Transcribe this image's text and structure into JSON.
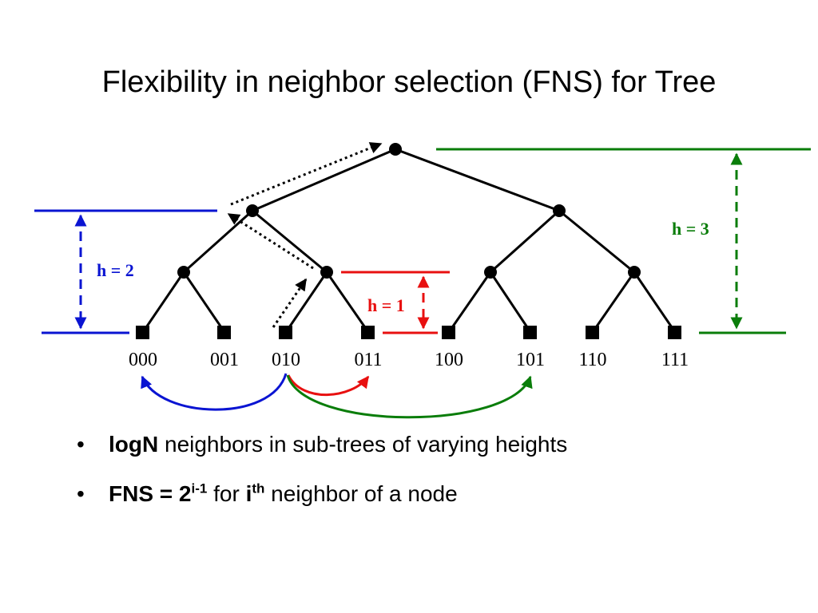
{
  "title": "Flexibility in neighbor selection (FNS) for Tree",
  "leaves": [
    "000",
    "001",
    "010",
    "011",
    "100",
    "101",
    "110",
    "111"
  ],
  "heights": {
    "h2": "h = 2",
    "h1": "h = 1",
    "h3": "h = 3"
  },
  "colors": {
    "h2": "#0a14d2",
    "h1": "#e81010",
    "h3": "#0a7d0a"
  },
  "bullets": {
    "b1": {
      "marker": "•",
      "bold": "logN",
      "rest": " neighbors in sub-trees of varying heights"
    },
    "b2": {
      "marker": "•",
      "bold": "FNS = 2",
      "bold_sup": "i-1",
      "mid": " for ",
      "bold2": "i",
      "bold2_sup": "th",
      "rest": " neighbor of a node"
    }
  }
}
